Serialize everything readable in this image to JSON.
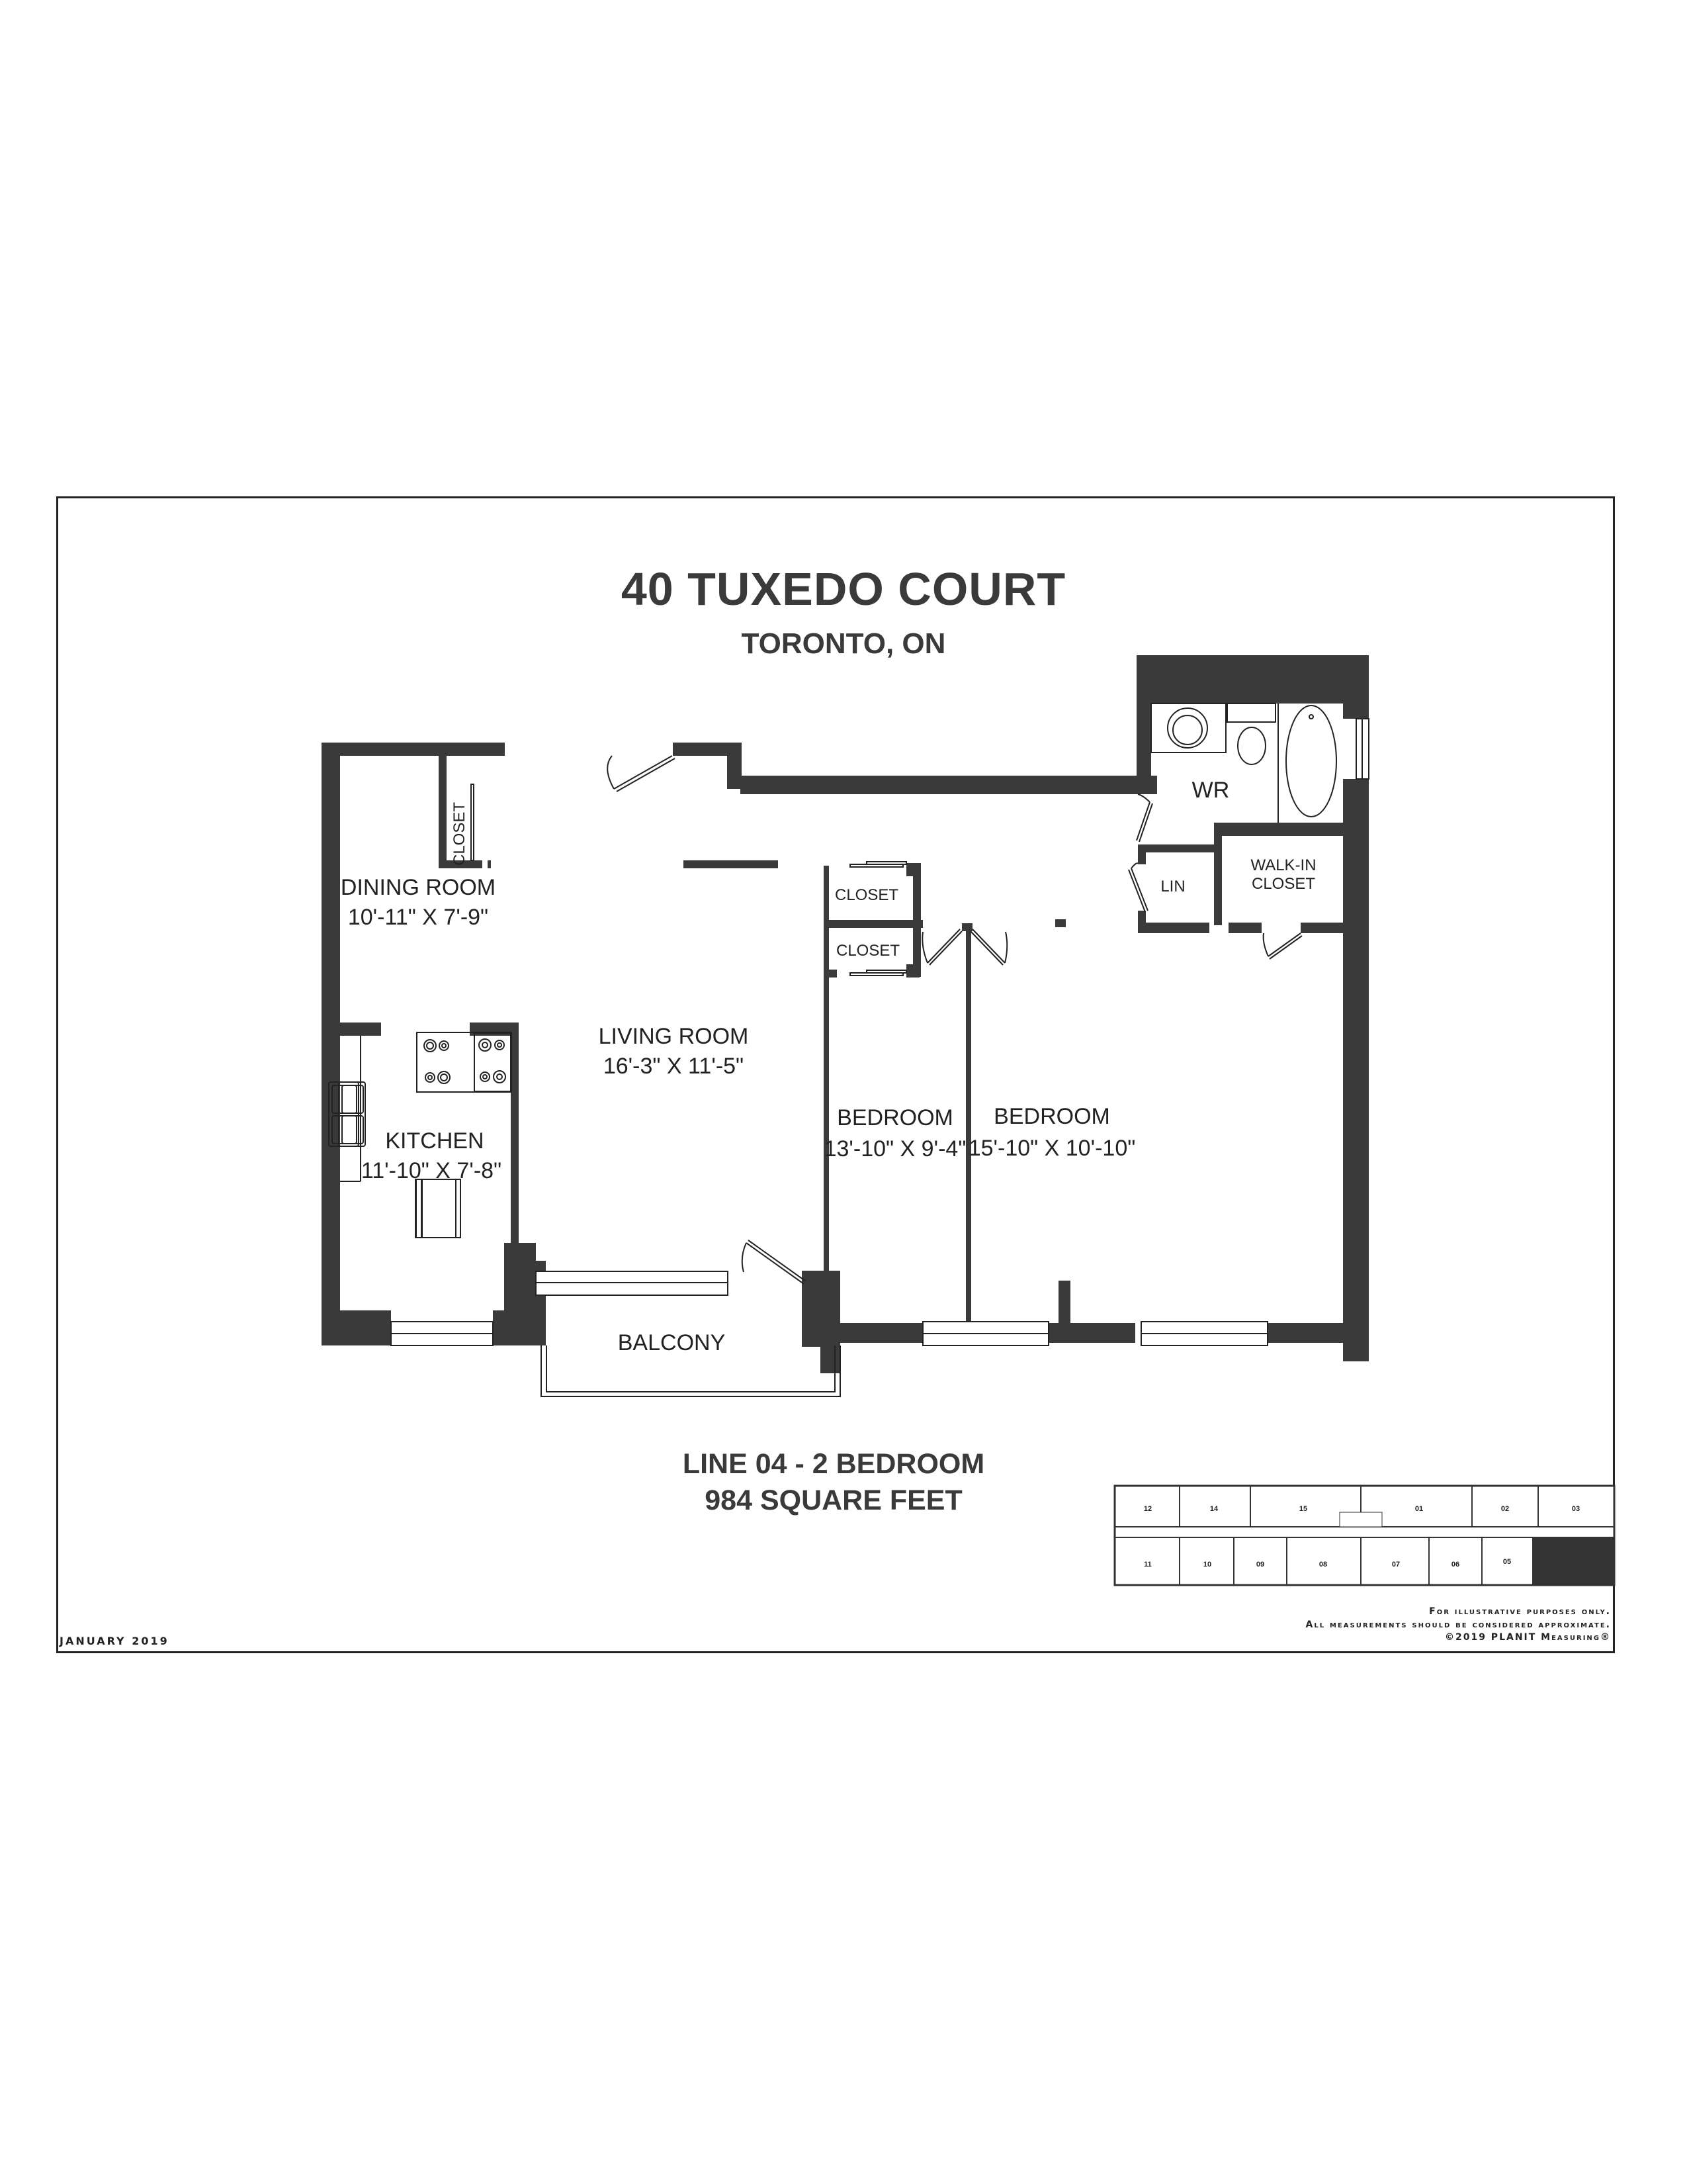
{
  "header": {
    "building": "40 TUXEDO COURT",
    "city": "TORONTO, ON"
  },
  "floorplan": {
    "wall_color": "#3a3a3a",
    "rooms": [
      {
        "name": "DINING ROOM",
        "dimensions": "10'-11\" X 7'-9\""
      },
      {
        "name": "LIVING ROOM",
        "dimensions": "16'-3\" X 11'-5\""
      },
      {
        "name": "KITCHEN",
        "dimensions": "11'-10\" X 7'-8\""
      },
      {
        "name": "BEDROOM",
        "dimensions": "13'-10\" X 9'-4\""
      },
      {
        "name": "BEDROOM",
        "dimensions": "15'-10\" X 10'-10\""
      }
    ],
    "labels": {
      "entry_closet": "CLOSET",
      "bed2_closet_upper": "CLOSET",
      "bed2_closet_lower": "CLOSET",
      "washroom": "WR",
      "linen": "LIN",
      "walk_in_line1": "WALK-IN",
      "walk_in_line2": "CLOSET",
      "balcony": "BALCONY"
    }
  },
  "unit_info": {
    "line": "LINE 04 - 2 BEDROOM",
    "area": "984 SQUARE FEET"
  },
  "key_plan": {
    "top_row": [
      "12",
      "14",
      "15",
      "01",
      "02",
      "03"
    ],
    "bottom_row": [
      "11",
      "10",
      "09",
      "08",
      "07",
      "06",
      "05"
    ],
    "highlighted_unit": "04",
    "highlight_color": "#333333"
  },
  "footer": {
    "date": "JANUARY 2019",
    "disclaimer_line1": "For illustrative purposes only.",
    "disclaimer_line2": "All measurements should be considered approximate.",
    "copyright": "©2019 PLANIT Measuring®"
  }
}
